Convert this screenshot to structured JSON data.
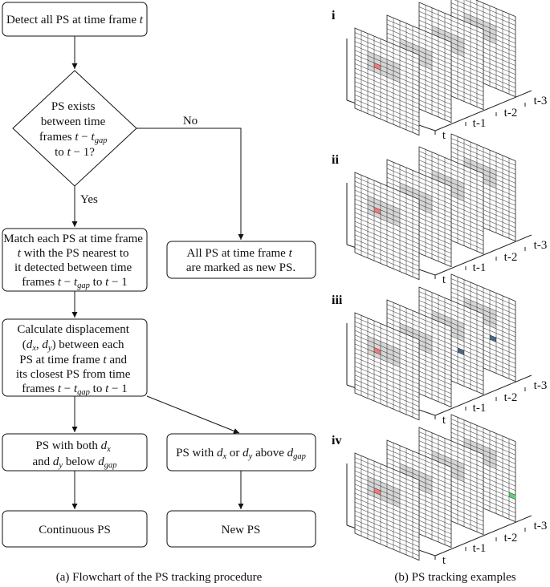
{
  "flowchart": {
    "detect": {
      "pre": "Detect all PS at time frame ",
      "var": "t"
    },
    "decision": {
      "l1": "PS exists",
      "l2": "between time",
      "l3_pre": "frames ",
      "t": "t",
      "minus": " − ",
      "t2": "t",
      "gap": "gap",
      "l4_pre": "to ",
      "l4_t": "t",
      "l4_post": " − 1?"
    },
    "no_label": "No",
    "yes_label": "Yes",
    "match": {
      "l1": "Match each PS at time frame",
      "l2_t": "t",
      "l2_post": " with the PS nearest to",
      "l3": "it detected between time",
      "l4_pre": "frames ",
      "l4_t": "t",
      "l4_minus": " − ",
      "l4_t2": "t",
      "l4_gap": "gap",
      "l4_to": " to ",
      "l4_t3": "t",
      "l4_post": " − 1"
    },
    "new_all": {
      "l1_pre": "All PS at time frame ",
      "l1_t": "t",
      "l2": "are marked as new PS."
    },
    "calc": {
      "l1": "Calculate displacement",
      "l2_open": "(",
      "dx": "d",
      "x": "x",
      "comma": ", ",
      "dy": "d",
      "y": "y",
      "l2_post": ") between each",
      "l3_pre": "PS at time frame ",
      "l3_t": "t",
      "l3_post": " and",
      "l4": "its closest PS from time",
      "l5_pre": "frames ",
      "l5_t": "t",
      "l5_minus": " − ",
      "l5_t2": "t",
      "l5_gap": "gap",
      "l5_to": " to ",
      "l5_t3": "t",
      "l5_post": " − 1"
    },
    "both": {
      "l1_pre": "PS with both ",
      "d": "d",
      "x": "x",
      "l2_pre": "and ",
      "d2": "d",
      "y": "y",
      "l2_mid": " below ",
      "d3": "d",
      "gap": "gap"
    },
    "either": {
      "pre": "PS with ",
      "d": "d",
      "x": "x",
      "or": " or ",
      "d2": "d",
      "y": "y",
      "mid": " above ",
      "d3": "d",
      "gap": "gap"
    },
    "continuous": "Continuous PS",
    "new_ps": "New PS"
  },
  "examples": {
    "panels": [
      "i",
      "ii",
      "iii",
      "iv"
    ],
    "time_labels": [
      "t",
      "t-1",
      "t-2",
      "t-3"
    ],
    "colors": {
      "red": "#f07a7a",
      "blue": "#4b6785",
      "green": "#5fcf7a",
      "shade": "#d6d6d6",
      "grid": "#222222"
    }
  },
  "captions": {
    "a": "(a) Flowchart of the PS tracking procedure",
    "b": "(b) PS tracking examples"
  }
}
